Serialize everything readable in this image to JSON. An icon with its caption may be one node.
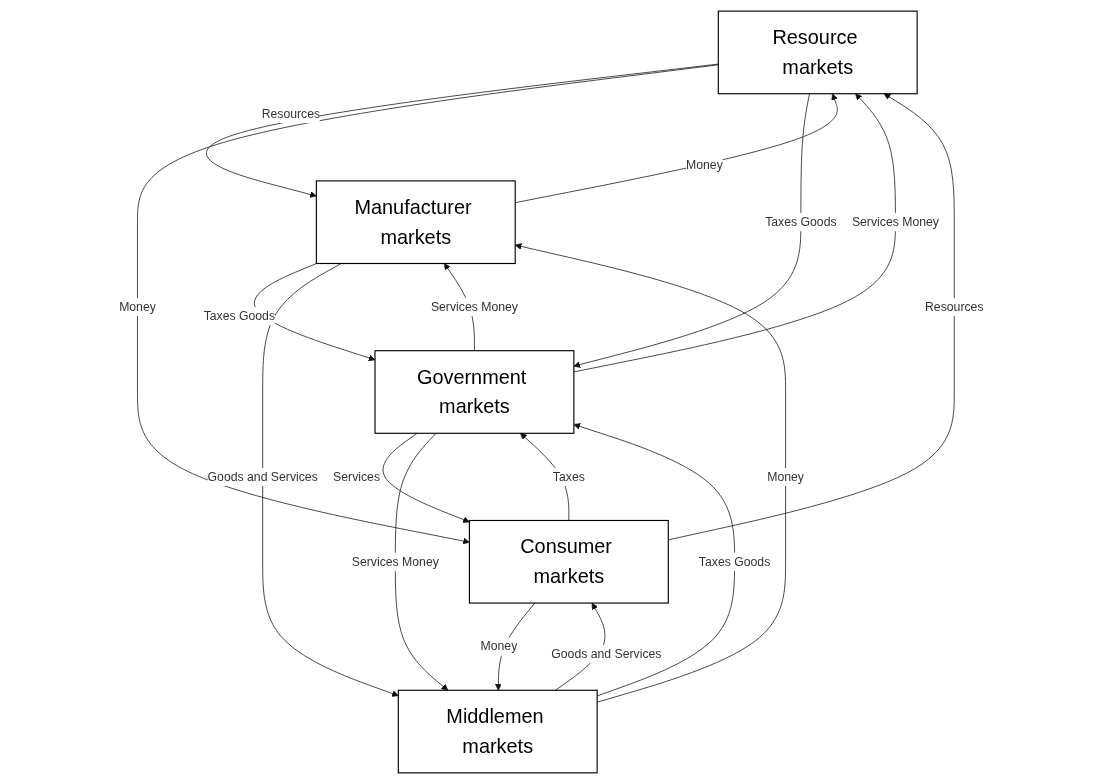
{
  "diagram": {
    "nodes": [
      {
        "text": [
          "Resource markets"
        ]
      },
      {
        "text": [
          "Manufacturer markets"
        ]
      },
      {
        "text": [
          "Government markets"
        ]
      },
      {
        "text": [
          "Consumer markets"
        ]
      },
      {
        "text": [
          "Middlemen markets"
        ]
      }
    ],
    "edges": [
      {
        "from": 0,
        "to": 1,
        "arrow": "to",
        "label": "Resources"
      },
      {
        "from": 1,
        "to": 0,
        "arrow": "to",
        "label": "Money"
      },
      {
        "from": 3,
        "to": 0,
        "arrow": "to",
        "label": "Resources"
      },
      {
        "from": 0,
        "to": 3,
        "arrow": "to",
        "label": "Money"
      },
      {
        "from": 0,
        "to": 2,
        "arrow": "to",
        "label": "Taxes Goods"
      },
      {
        "from": 2,
        "to": 0,
        "arrow": "to",
        "label": "Services Money"
      },
      {
        "from": 2,
        "to": 1,
        "arrow": "to",
        "label": "Services Money"
      },
      {
        "from": 1,
        "to": 2,
        "arrow": "to",
        "label": "Taxes Goods"
      },
      {
        "from": 3,
        "to": 2,
        "arrow": "to",
        "label": "Taxes"
      },
      {
        "from": 2,
        "to": 3,
        "arrow": "to",
        "label": "Services"
      },
      {
        "from": 2,
        "to": 4,
        "arrow": "to",
        "label": "Services Money"
      },
      {
        "from": 4,
        "to": 2,
        "arrow": "to",
        "label": "Taxes Goods"
      },
      {
        "from": 4,
        "to": 1,
        "arrow": "to",
        "label": "Money"
      },
      {
        "from": 1,
        "to": 4,
        "arrow": "to",
        "label": "Goods and Services"
      },
      {
        "from": 3,
        "to": 4,
        "arrow": "to",
        "label": "Money"
      },
      {
        "from": 4,
        "to": 3,
        "arrow": "to",
        "label": "Goods and Services"
      }
    ]
  }
}
